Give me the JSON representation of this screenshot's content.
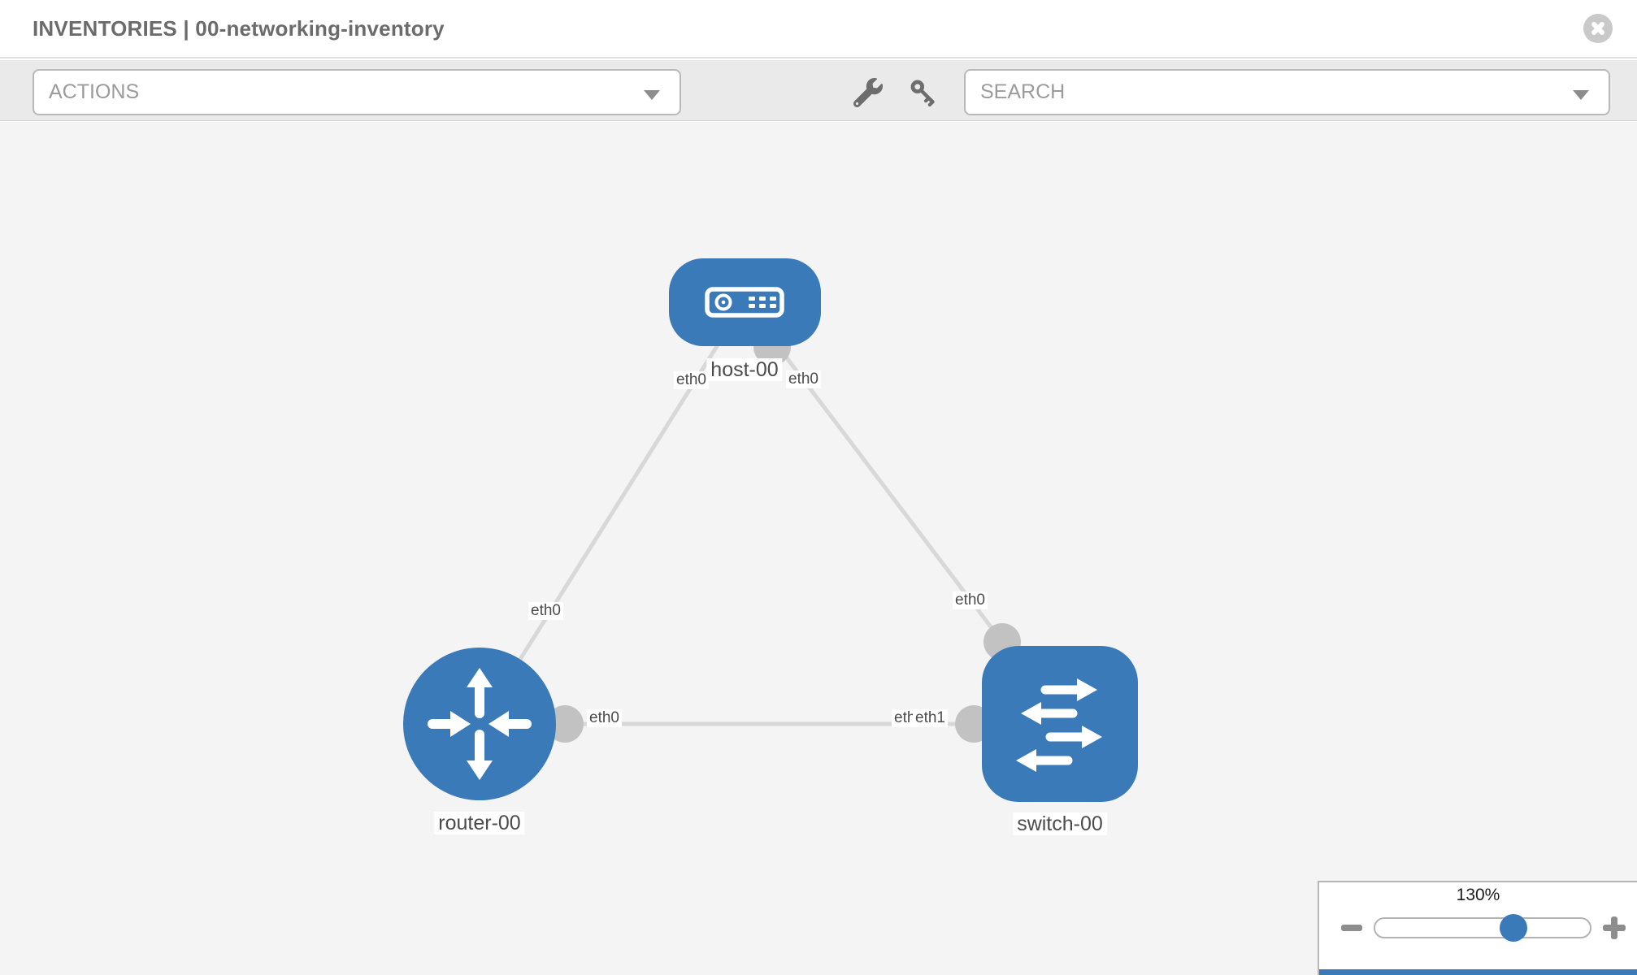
{
  "window": {
    "title": "INVENTORIES | 00-networking-inventory"
  },
  "toolbar": {
    "actions_label": "ACTIONS",
    "search_placeholder": "SEARCH"
  },
  "icons": {
    "header": "close-circle-icon",
    "toolbar": [
      "wrench-icon",
      "key-icon"
    ],
    "dropdowns": "caret-down-icon",
    "zoom": [
      "minus-icon",
      "plus-icon"
    ]
  },
  "topology": {
    "nodes": [
      {
        "id": "host-00",
        "type": "host",
        "label": "host-00"
      },
      {
        "id": "router-00",
        "type": "router",
        "label": "router-00"
      },
      {
        "id": "switch-00",
        "type": "switch",
        "label": "switch-00"
      }
    ],
    "links": [
      {
        "source": "host-00",
        "target": "router-00",
        "source_interface": "eth0",
        "target_interface": "eth0"
      },
      {
        "source": "host-00",
        "target": "switch-00",
        "source_interface": "eth0",
        "target_interface": "eth0"
      },
      {
        "source": "router-00",
        "target": "switch-00",
        "source_interface": "eth0",
        "target_interface": "eth1"
      }
    ],
    "overlap_label_under": "eth0"
  },
  "zoom_control": {
    "level": "130%",
    "percent": 130
  },
  "colors": {
    "node_blue": "#3a7ab8",
    "link_gray": "#d8d8d8",
    "connector_gray": "#c2c2c2",
    "canvas_bg": "#f4f4f4",
    "toolbar_bg": "#eaeaea"
  }
}
